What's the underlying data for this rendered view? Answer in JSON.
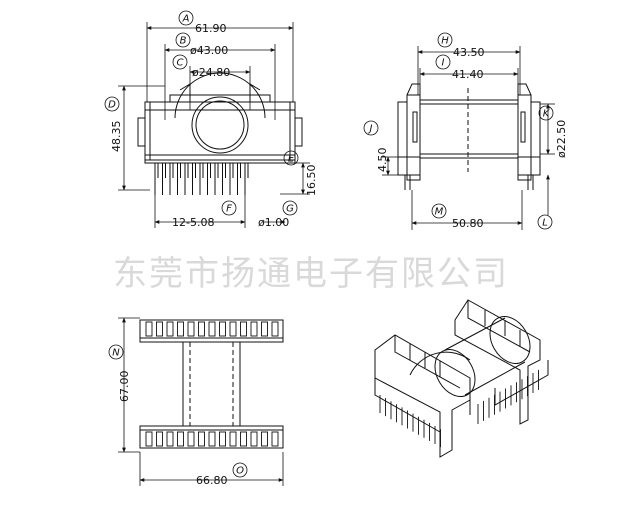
{
  "watermark": "东莞市扬通电子有限公司",
  "front_view": {
    "dim_a": {
      "tag": "A",
      "value": "61.90"
    },
    "dim_b": {
      "tag": "B",
      "value": "ø43.00"
    },
    "dim_c": {
      "tag": "C",
      "value": "ø24.80"
    },
    "dim_d": {
      "tag": "D",
      "value": "48.35"
    },
    "dim_e": {
      "tag": "E",
      "value": "16.50"
    },
    "dim_f": {
      "tag": "F",
      "value": "12-5.08"
    },
    "dim_g": {
      "tag": "G",
      "value": "ø1.00"
    }
  },
  "side_view": {
    "dim_h": {
      "tag": "H",
      "value": "43.50"
    },
    "dim_i": {
      "tag": "I",
      "value": "41.40"
    },
    "dim_j": {
      "tag": "J",
      "value": "4.50"
    },
    "dim_k": {
      "tag": "K",
      "value": "ø22.50"
    },
    "dim_l": {
      "tag": "L",
      "value": ""
    },
    "dim_m": {
      "tag": "M",
      "value": "50.80"
    }
  },
  "bottom_view": {
    "dim_n": {
      "tag": "N",
      "value": "67.00"
    },
    "dim_o": {
      "tag": "O",
      "value": "66.80"
    }
  }
}
